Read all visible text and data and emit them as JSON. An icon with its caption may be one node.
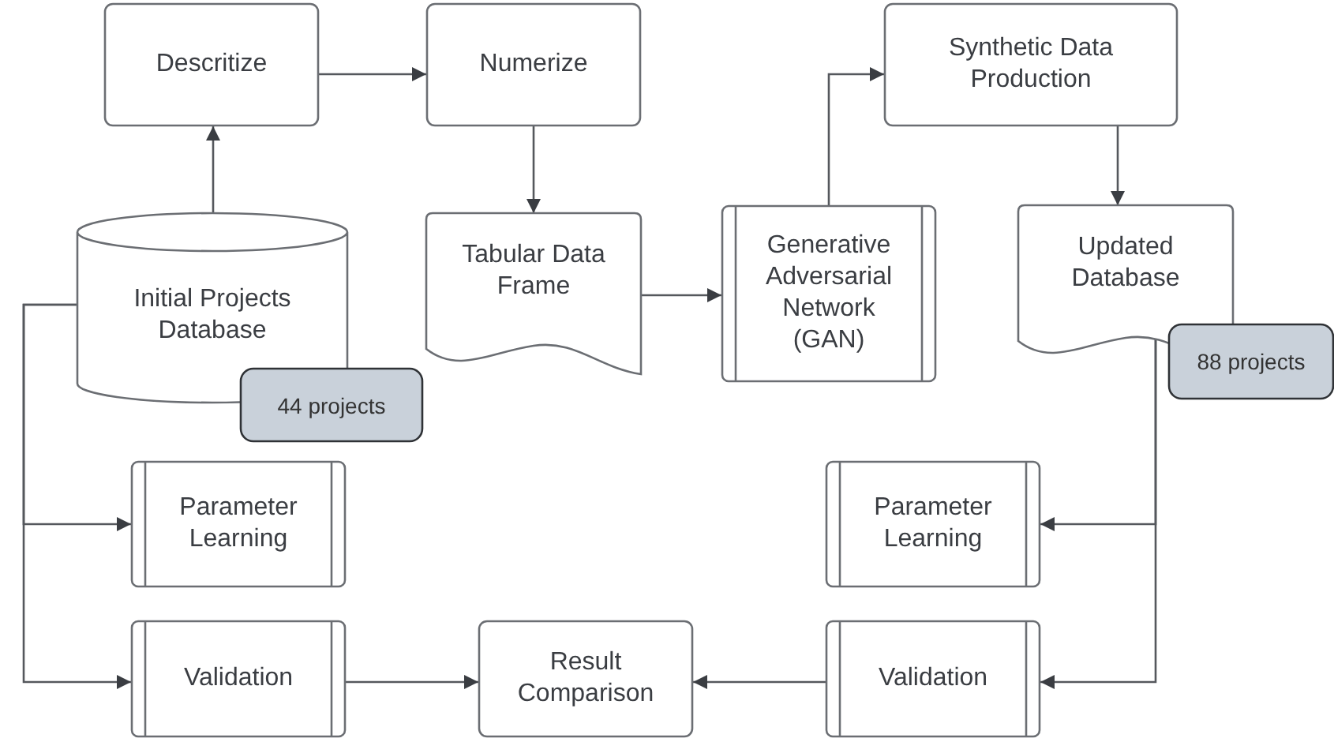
{
  "diagram": {
    "nodes": [
      {
        "text": [
          "Descritize"
        ]
      },
      {
        "text": [
          "Numerize"
        ]
      },
      {
        "text": [
          "Initial Projects Database"
        ]
      },
      {
        "text": [
          "44 projects"
        ]
      },
      {
        "text": [
          "Tabular Data Frame"
        ]
      },
      {
        "text": [
          "Generative Adversarial Network (GAN)"
        ]
      },
      {
        "text": [
          "Synthetic Data Production"
        ]
      },
      {
        "text": [
          "Updated Database"
        ]
      },
      {
        "text": [
          "88 projects"
        ]
      },
      {
        "text": [
          "Parameter Learning"
        ]
      },
      {
        "text": [
          "Parameter Learning"
        ]
      },
      {
        "text": [
          "Validation"
        ]
      },
      {
        "text": [
          "Result Comparison"
        ]
      },
      {
        "text": [
          "Validation"
        ]
      }
    ],
    "edges": [
      {
        "from": 2,
        "to": 0,
        "arrow": "to"
      },
      {
        "from": 0,
        "to": 1,
        "arrow": "to"
      },
      {
        "from": 1,
        "to": 4,
        "arrow": "to"
      },
      {
        "from": 4,
        "to": 5,
        "arrow": "to"
      },
      {
        "from": 5,
        "to": 6,
        "arrow": "to"
      },
      {
        "from": 6,
        "to": 7,
        "arrow": "to"
      },
      {
        "from": 7,
        "to": 10,
        "arrow": "to"
      },
      {
        "from": 7,
        "to": 13,
        "arrow": "to"
      },
      {
        "from": 2,
        "to": 9,
        "arrow": "to"
      },
      {
        "from": 2,
        "to": 11,
        "arrow": "to"
      },
      {
        "from": 11,
        "to": 12,
        "arrow": "to"
      },
      {
        "from": 13,
        "to": 12,
        "arrow": "to"
      }
    ]
  }
}
